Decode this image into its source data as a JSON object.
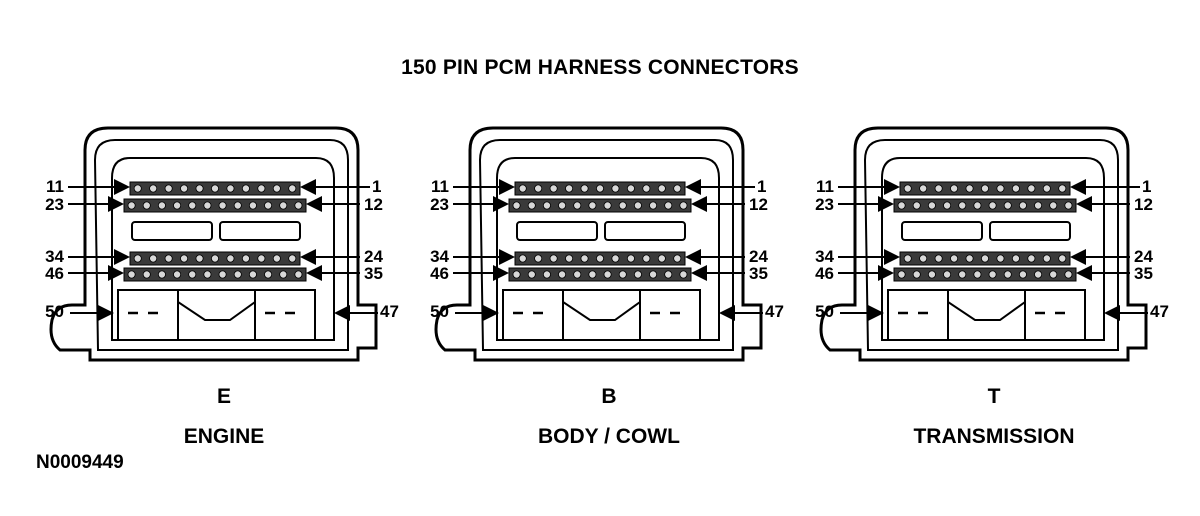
{
  "title": "150 PIN PCM HARNESS CONNECTORS",
  "reference": "N0009449",
  "connectors": [
    {
      "letter": "E",
      "name": "ENGINE",
      "pins": {
        "row1_left": "11",
        "row1_right": "1",
        "row2_left": "23",
        "row2_right": "12",
        "row3_left": "34",
        "row3_right": "24",
        "row4_left": "46",
        "row4_right": "35",
        "lower_left": "50",
        "lower_right": "47"
      }
    },
    {
      "letter": "B",
      "name": "BODY / COWL",
      "pins": {
        "row1_left": "11",
        "row1_right": "1",
        "row2_left": "23",
        "row2_right": "12",
        "row3_left": "34",
        "row3_right": "24",
        "row4_left": "46",
        "row4_right": "35",
        "lower_left": "50",
        "lower_right": "47"
      }
    },
    {
      "letter": "T",
      "name": "TRANSMISSION",
      "pins": {
        "row1_left": "11",
        "row1_right": "1",
        "row2_left": "23",
        "row2_right": "12",
        "row3_left": "34",
        "row3_right": "24",
        "row4_left": "46",
        "row4_right": "35",
        "lower_left": "50",
        "lower_right": "47"
      }
    }
  ]
}
